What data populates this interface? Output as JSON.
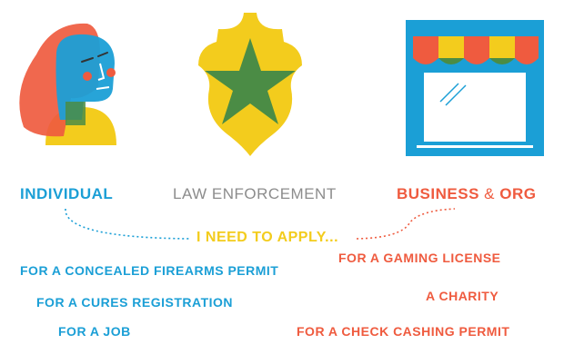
{
  "categories": {
    "individual": "INDIVIDUAL",
    "law_enforcement": "LAW ENFORCEMENT",
    "business": "BUSINESS",
    "amp": " & ",
    "org": "ORG"
  },
  "center_text": "I NEED TO APPLY...",
  "individual_items": [
    "FOR A CONCEALED FIREARMS PERMIT",
    "FOR A CURES REGISTRATION",
    "FOR A JOB"
  ],
  "business_items": [
    "FOR  A GAMING LICENSE",
    "A CHARITY",
    "FOR A CHECK CASHING PERMIT"
  ],
  "icons": {
    "individual": "woman-portrait-icon",
    "law_enforcement": "police-badge-icon",
    "business": "storefront-icon"
  },
  "colors": {
    "blue": "#1b9fd6",
    "gray": "#8c8c8c",
    "red": "#ef5b3f",
    "yellow": "#f3cc1d",
    "green": "#4b8c45"
  }
}
